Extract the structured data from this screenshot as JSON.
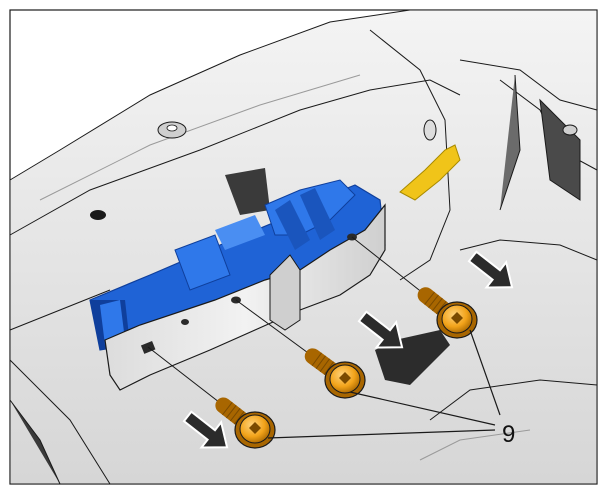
{
  "diagram": {
    "callout_label": "9",
    "parts": {
      "screw_count": 3,
      "removal_arrow_count": 3
    },
    "colors": {
      "connector": "#1f63d6",
      "connector_dark": "#0f3f9c",
      "screw": "#f2a31a",
      "screw_dark": "#a86600",
      "cable": "#f0c419",
      "arrow": "#2b2b2b",
      "housing": "#e8e8e8",
      "housing_shadow": "#b8b8b8",
      "outline": "#1a1a1a"
    }
  }
}
